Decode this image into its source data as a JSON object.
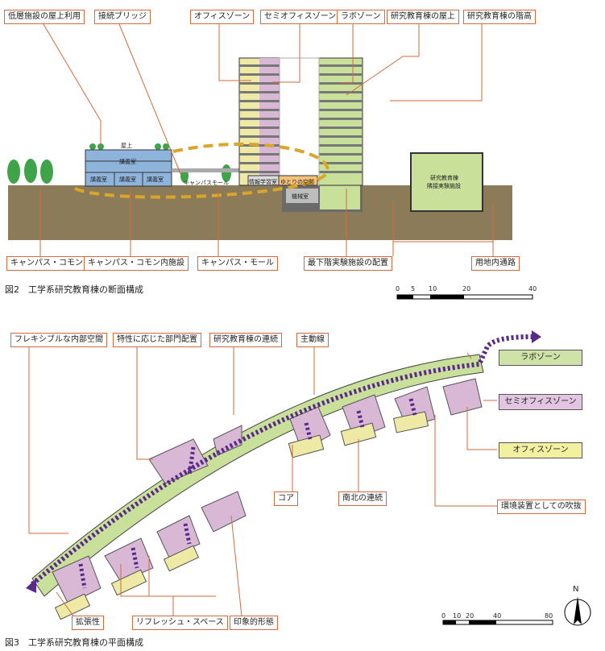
{
  "fig2": {
    "caption": "図2　工学系研究教育棟の断面構成",
    "labels_top": [
      "低層施設の屋上利用",
      "接続ブリッジ",
      "オフィスゾーン",
      "セミオフィスゾーン",
      "ラボゾーン",
      "研究教育棟の屋上",
      "研究教育棟の階高"
    ],
    "labels_bottom": [
      "キャンパス・コモン",
      "キャンパス・コモン内施設",
      "キャンパス・モール",
      "最下階実験施設の配置",
      "用地内通路"
    ],
    "building_labels": {
      "rooftop": "屋上",
      "lecture_top": "講義室",
      "lecture1": "講義室",
      "lecture2": "講義室",
      "lecture3": "講義室",
      "mall": "キャンパスモール",
      "info": "情報学習室",
      "yutori": "ゆとりの空間",
      "machine": "機械室",
      "annex_line1": "研究教育棟",
      "annex_line2": "隣接実験施設"
    },
    "scale_ticks": [
      "0",
      "5",
      "10",
      "20",
      "40"
    ]
  },
  "fig3": {
    "caption": "図3　工学系研究教育棟の平面構成",
    "labels_top": [
      "フレキシブルな内部空間",
      "特性に応じた部門配置",
      "研究教育棟の連続",
      "主動線"
    ],
    "labels_mid": [
      "コア",
      "南北の連続",
      "環境装置としての吹抜"
    ],
    "labels_bottom": [
      "拡張性",
      "リフレッシュ・スペース",
      "印象的形態"
    ],
    "zones": [
      {
        "label": "ラボゾーン",
        "color": "#cfe3a8"
      },
      {
        "label": "セミオフィスゾーン",
        "color": "#e2c5e0"
      },
      {
        "label": "オフィスゾーン",
        "color": "#f3f0a0"
      }
    ],
    "north": "N",
    "scale_ticks": [
      "0",
      "10",
      "20",
      "40",
      "80"
    ]
  },
  "colors": {
    "label_border": "#d46a3a",
    "ground": "#8b7b58",
    "lab": "#c9e09a",
    "semi": "#d9b8d6",
    "office": "#eeeaa6",
    "lecture": "#8fb4dc",
    "path": "#5a2a8a",
    "dashed": "#d9a52a"
  }
}
